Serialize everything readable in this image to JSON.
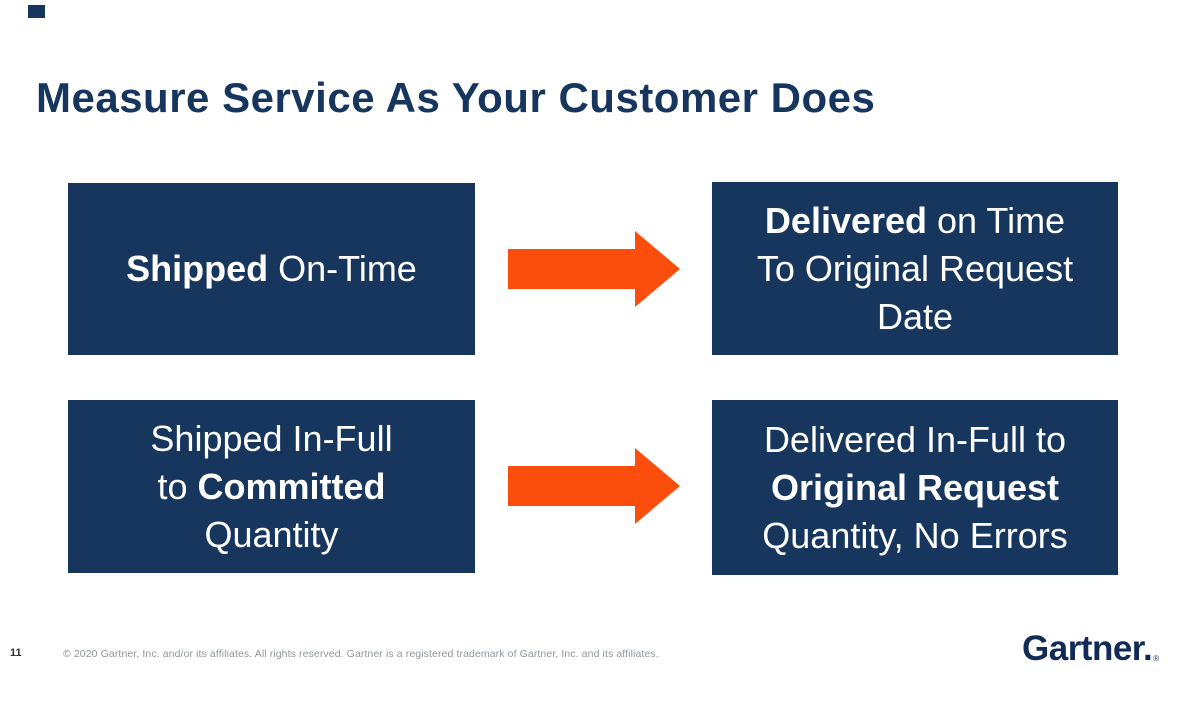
{
  "slide": {
    "title": "Measure Service As Your Customer Does",
    "page_number": "11",
    "copyright": "© 2020 Gartner, Inc. and/or its affiliates. All rights reserved. Gartner is a registered trademark of Gartner, Inc. and its affiliates.",
    "logo_text": "Gartner.",
    "logo_registered_mark": "®"
  },
  "colors": {
    "box_navy": "#17365D",
    "title_navy": "#17365D",
    "arrow_orange": "#FB4E0C",
    "logo_navy": "#112A56",
    "footer_gray": "#8F969B",
    "box_text": "#FFFFFF",
    "background": "#FFFFFF"
  },
  "icons": [
    {
      "name": "arrow-right-icon",
      "meaning": "flow from shipped metric to customer-centric delivered metric"
    },
    {
      "name": "arrow-right-icon",
      "meaning": "flow from shipped metric to customer-centric delivered metric"
    }
  ],
  "boxes": [
    {
      "id": "shipped-on-time",
      "lines": [
        [
          {
            "t": "Shipped",
            "b": true
          },
          {
            "t": " On-Time",
            "b": false
          }
        ]
      ]
    },
    {
      "id": "delivered-on-time",
      "lines": [
        [
          {
            "t": "Delivered",
            "b": true
          },
          {
            "t": " on Time",
            "b": false
          }
        ],
        [
          {
            "t": "To Original Request",
            "b": false
          }
        ],
        [
          {
            "t": "Date",
            "b": false
          }
        ]
      ]
    },
    {
      "id": "shipped-in-full",
      "lines": [
        [
          {
            "t": "Shipped In-Full",
            "b": false
          }
        ],
        [
          {
            "t": "to ",
            "b": false
          },
          {
            "t": "Committed",
            "b": true
          }
        ],
        [
          {
            "t": "Quantity",
            "b": false
          }
        ]
      ]
    },
    {
      "id": "delivered-in-full",
      "lines": [
        [
          {
            "t": "Delivered In-Full to",
            "b": false
          }
        ],
        [
          {
            "t": "Original Request",
            "b": true
          }
        ],
        [
          {
            "t": "Quantity, No Errors",
            "b": false
          }
        ]
      ]
    }
  ]
}
